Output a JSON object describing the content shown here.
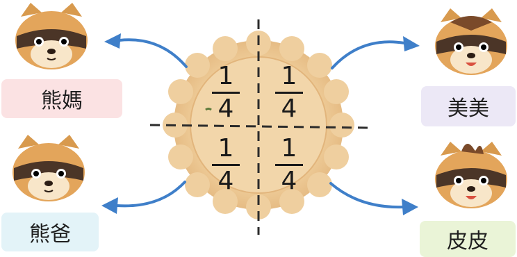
{
  "colors": {
    "arrow": "#3f7fc9",
    "pink_label": "#fbe2e3",
    "lavender_label": "#ece8f6",
    "blue_label": "#e3f3f8",
    "green_label": "#eaf4d7",
    "cake": "#f0cfa0"
  },
  "labels": {
    "mom": "熊媽",
    "dad": "熊爸",
    "meimei": "美美",
    "pipi": "皮皮"
  },
  "fractions": {
    "numerator": "1",
    "denominator": "4"
  },
  "icons": [
    "raccoon-mom-icon",
    "raccoon-dad-icon",
    "raccoon-meimei-icon",
    "raccoon-pipi-icon",
    "mooncake-icon"
  ]
}
